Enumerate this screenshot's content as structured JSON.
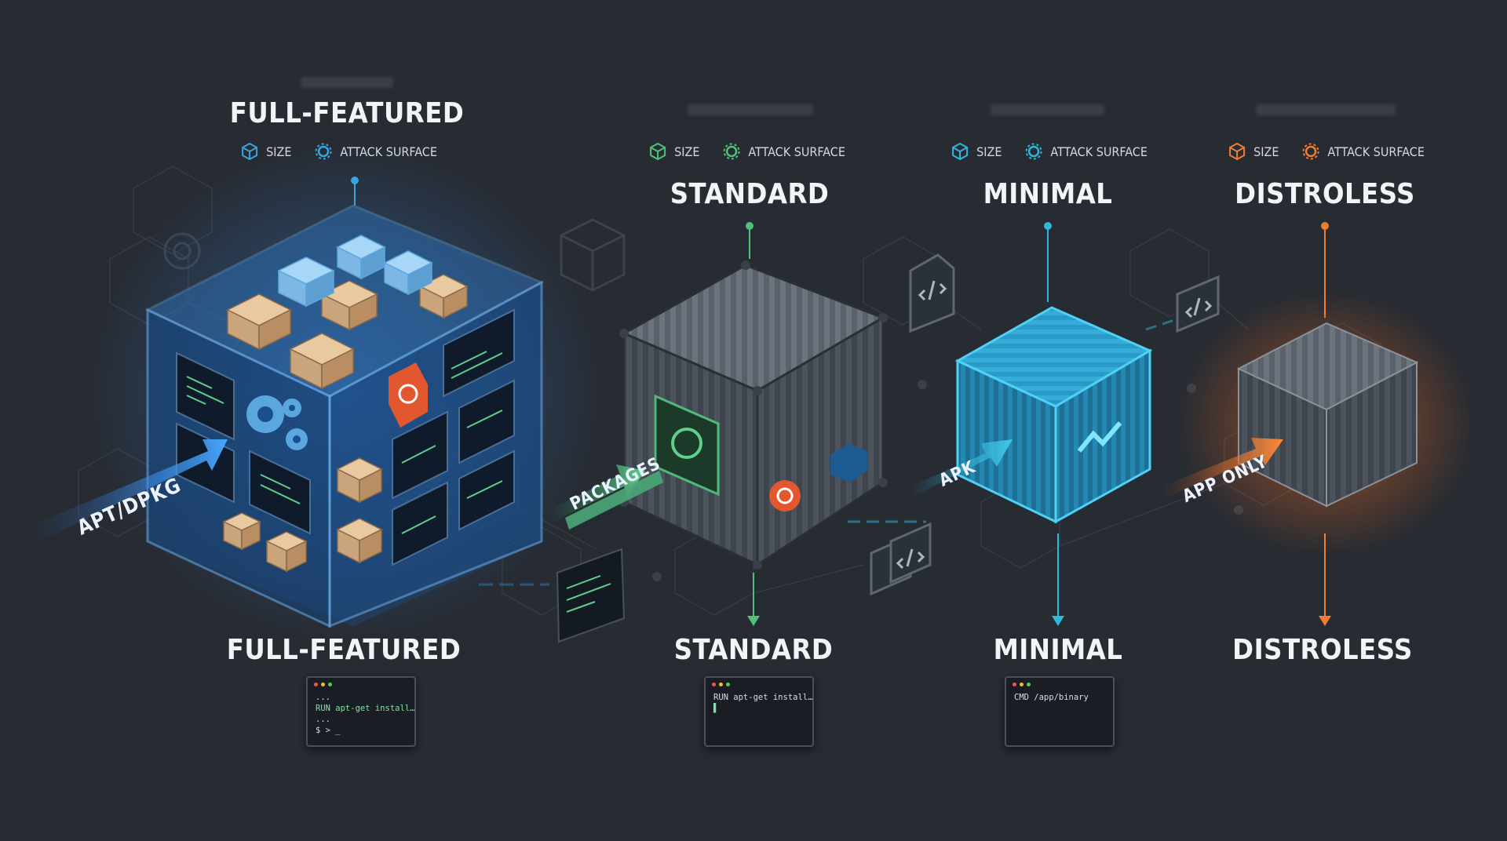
{
  "stages": [
    {
      "title_top": "FULL-FEATURED",
      "title_bottom": "FULL-FEATURED",
      "size_label": "SIZE",
      "attack_label": "ATTACK SURFACE",
      "color": "#3aa3e0",
      "arrow_label": "APT/DPKG",
      "terminal": [
        "...",
        "RUN apt-get install…",
        "...",
        "$ > _"
      ]
    },
    {
      "title_top": "STANDARD",
      "title_bottom": "STANDARD",
      "size_label": "SIZE",
      "attack_label": "ATTACK SURFACE",
      "color": "#52c07a",
      "arrow_label": "PACKAGES",
      "terminal": [
        "RUN apt-get install…",
        "▌"
      ]
    },
    {
      "title_top": "MINIMAL",
      "title_bottom": "MINIMAL",
      "size_label": "SIZE",
      "attack_label": "ATTACK SURFACE",
      "color": "#2fb8dc",
      "arrow_label": "APK",
      "terminal": [
        "CMD /app/binary"
      ]
    },
    {
      "title_top": "DISTROLESS",
      "title_bottom": "DISTROLESS",
      "size_label": "SIZE",
      "attack_label": "ATTACK SURFACE",
      "color": "#f07d32",
      "arrow_label": "APP ONLY",
      "terminal": []
    }
  ]
}
